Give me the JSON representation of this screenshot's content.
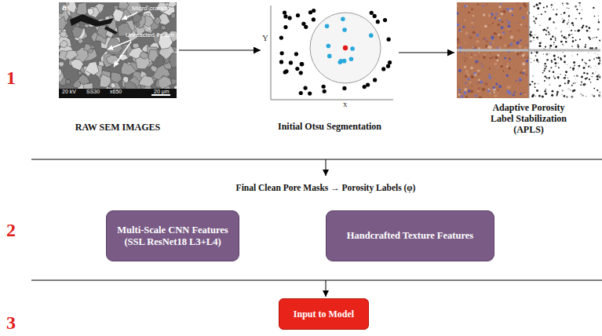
{
  "diagram": {
    "nodes": [
      {
        "text": [
          "RAW SEM IMAGES"
        ]
      },
      {
        "text": [
          "Initial Otsu Segmentation"
        ]
      },
      {
        "text": [
          "Adaptive Porosity Label Stabilization (APLS)"
        ]
      },
      {
        "text": [
          "Multi-Scale CNN Features (SSL ResNet18 L3+L4)"
        ]
      },
      {
        "text": [
          "Handcrafted Texture Features"
        ]
      },
      {
        "text": [
          "Input to Model"
        ]
      }
    ],
    "edges": [
      {
        "from": 0,
        "to": 1,
        "arrow": "to"
      },
      {
        "from": 1,
        "to": 2,
        "arrow": "to"
      }
    ],
    "labels": [
      "1",
      "2",
      "3",
      "Final Clean Pore Masks → Porosity Labels (φ)",
      "a",
      "Micro-cracks",
      "Unreacted fly ash",
      "20 kV",
      "SS30",
      "x650",
      "20 μm",
      "Y",
      "x"
    ]
  }
}
